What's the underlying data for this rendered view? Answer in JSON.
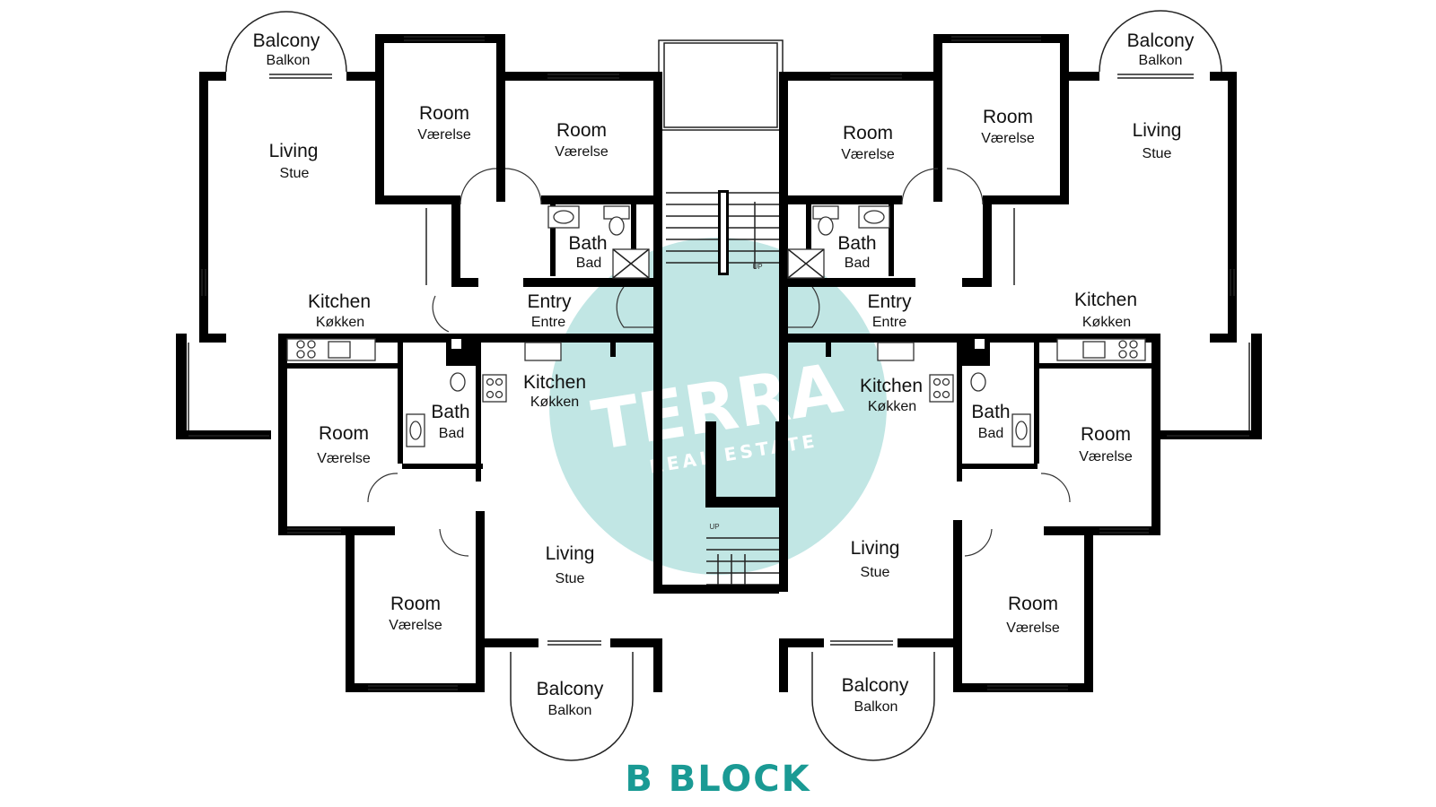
{
  "watermark": {
    "brand": "TERRA",
    "subtitle": "REAL ESTATE",
    "circle_color": "#9fd8d6"
  },
  "title": "B BLOCK",
  "title_color": "#1a9a94",
  "stair_labels": [
    "UP",
    "UP"
  ],
  "rooms": [
    {
      "en": "Balcony",
      "da": "Balkon"
    },
    {
      "en": "Room",
      "da": "Værelse"
    },
    {
      "en": "Room",
      "da": "Værelse"
    },
    {
      "en": "Living",
      "da": "Stue"
    },
    {
      "en": "Bath",
      "da": "Bad"
    },
    {
      "en": "Kitchen",
      "da": "Køkken"
    },
    {
      "en": "Entry",
      "da": "Entre"
    },
    {
      "en": "Room",
      "da": "Værelse"
    },
    {
      "en": "Room",
      "da": "Værelse"
    },
    {
      "en": "Bath",
      "da": "Bad"
    },
    {
      "en": "Kitchen",
      "da": "Køkken"
    },
    {
      "en": "Living",
      "da": "Stue"
    },
    {
      "en": "Balcony",
      "da": "Balkon"
    },
    {
      "en": "Balcony",
      "da": "Balkon"
    },
    {
      "en": "Room",
      "da": "Værelse"
    },
    {
      "en": "Room",
      "da": "Værelse"
    },
    {
      "en": "Living",
      "da": "Stue"
    },
    {
      "en": "Bath",
      "da": "Bad"
    },
    {
      "en": "Kitchen",
      "da": "Køkken"
    },
    {
      "en": "Entry",
      "da": "Entre"
    },
    {
      "en": "Room",
      "da": "Værelse"
    },
    {
      "en": "Room",
      "da": "Værelse"
    },
    {
      "en": "Bath",
      "da": "Bad"
    },
    {
      "en": "Kitchen",
      "da": "Køkken"
    },
    {
      "en": "Living",
      "da": "Stue"
    },
    {
      "en": "Balcony",
      "da": "Balkon"
    }
  ]
}
